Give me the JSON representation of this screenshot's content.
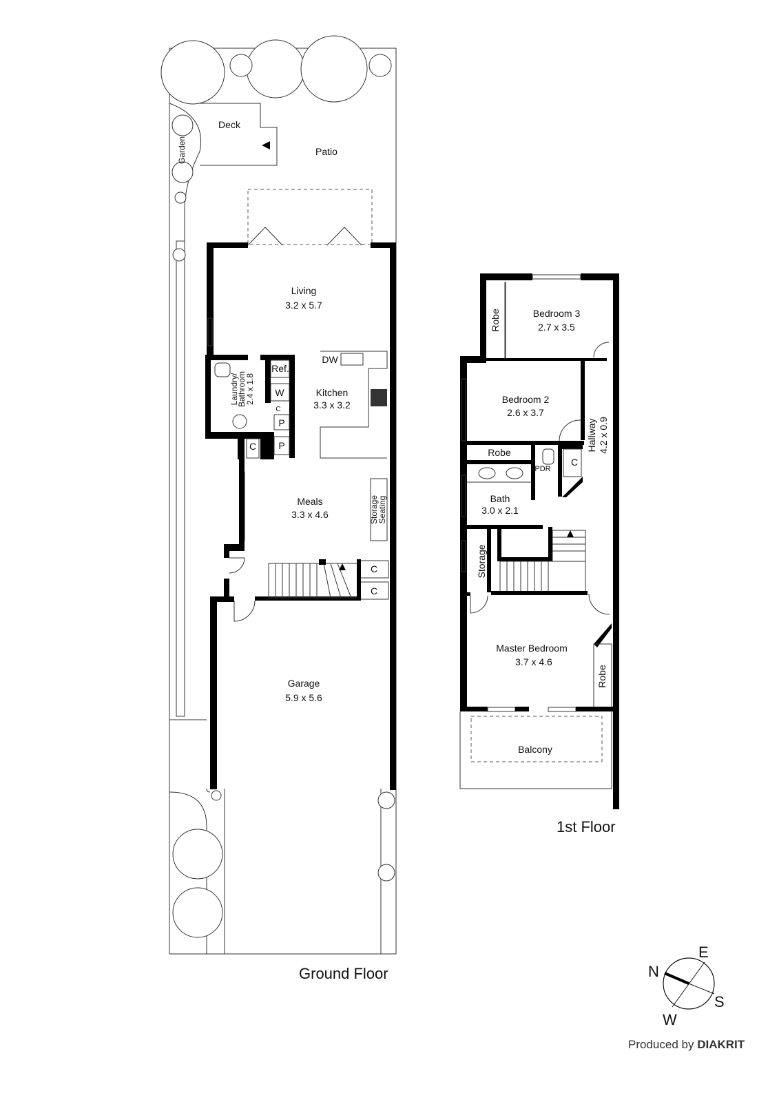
{
  "ground_floor": {
    "title": "Ground Floor",
    "rooms": {
      "deck": "Deck",
      "patio": "Patio",
      "garden": "Garden",
      "living": {
        "name": "Living",
        "size": "3.2 x 5.7"
      },
      "laundry": {
        "name": "Laundry/",
        "name2": "Bathroom",
        "size": "2.4 x 1.8"
      },
      "ref": "Ref.",
      "w": "W",
      "c_small": "C",
      "p1": "P",
      "p2": "P",
      "c1": "C",
      "dw": "DW",
      "kitchen": {
        "name": "Kitchen",
        "size": "3.3 x 3.2"
      },
      "meals": {
        "name": "Meals",
        "size": "3.3 x 4.6"
      },
      "storage_seating": {
        "line1": "Storage",
        "line2": "Seating"
      },
      "c2": "C",
      "c3": "C",
      "garage": {
        "name": "Garage",
        "size": "5.9 x 5.6"
      }
    }
  },
  "first_floor": {
    "title": "1st Floor",
    "rooms": {
      "bedroom3": {
        "name": "Bedroom 3",
        "size": "2.7 x 3.5"
      },
      "robe3": "Robe",
      "bedroom2": {
        "name": "Bedroom 2",
        "size": "2.6 x 3.7"
      },
      "hallway": {
        "name": "Hallway",
        "size": "4.2 x 0.9"
      },
      "robe2": "Robe",
      "pdr": "PDR",
      "c": "C",
      "bath": {
        "name": "Bath",
        "size": "3.0 x 2.1"
      },
      "storage": "Storage",
      "master": {
        "name": "Master Bedroom",
        "size": "3.7 x 4.6"
      },
      "robe_master": "Robe",
      "balcony": "Balcony"
    }
  },
  "compass": {
    "n": "N",
    "e": "E",
    "s": "S",
    "w": "W"
  },
  "credit": {
    "prefix": "Produced by ",
    "brand": "DIAKRIT"
  }
}
